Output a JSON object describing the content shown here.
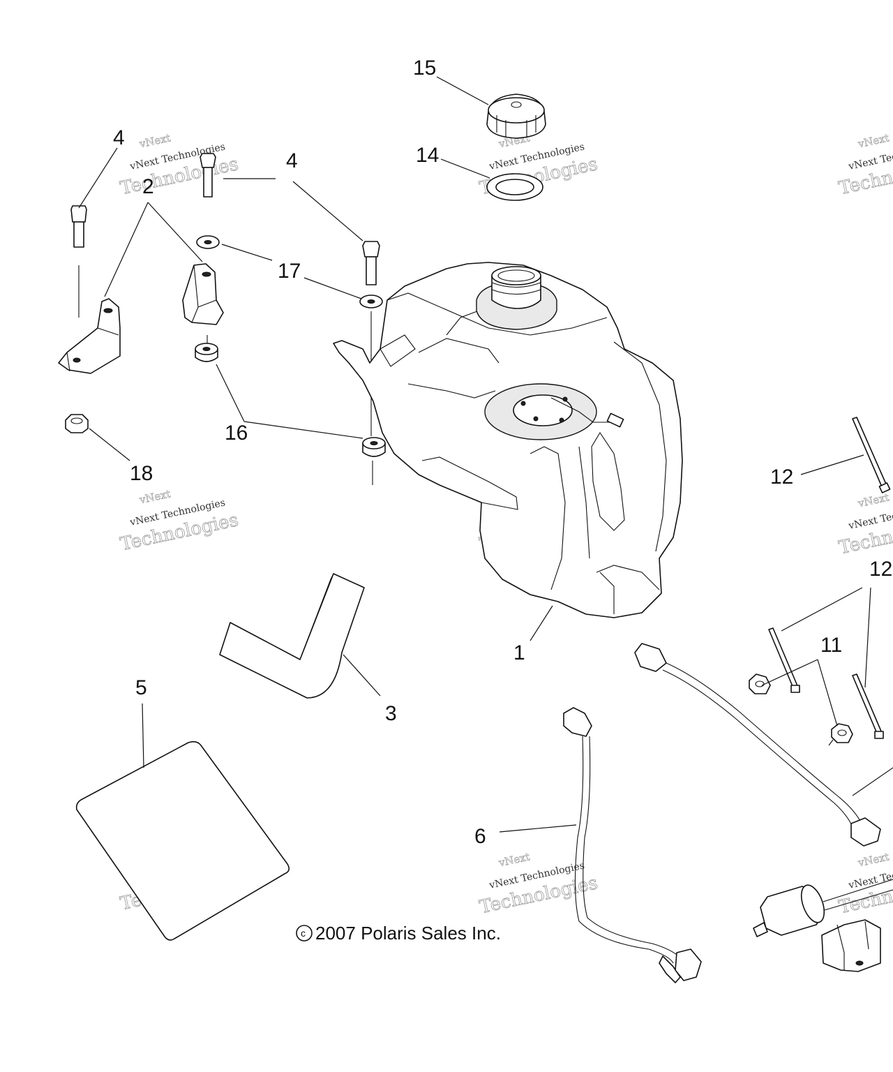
{
  "diagram": {
    "callouts": [
      {
        "id": "c15",
        "label": "15"
      },
      {
        "id": "c14",
        "label": "14"
      },
      {
        "id": "c4a",
        "label": "4"
      },
      {
        "id": "c4b",
        "label": "4"
      },
      {
        "id": "c2",
        "label": "2"
      },
      {
        "id": "c17",
        "label": "17"
      },
      {
        "id": "c16",
        "label": "16"
      },
      {
        "id": "c18",
        "label": "18"
      },
      {
        "id": "c1",
        "label": "1"
      },
      {
        "id": "c3",
        "label": "3"
      },
      {
        "id": "c5",
        "label": "5"
      },
      {
        "id": "c6",
        "label": "6"
      },
      {
        "id": "c11",
        "label": "11"
      },
      {
        "id": "c12a",
        "label": "12"
      },
      {
        "id": "c12b",
        "label": "12"
      }
    ],
    "copyright": "2007 Polaris Sales Inc.",
    "copyright_symbol": "c",
    "watermark": {
      "line1": "vNext Technologies",
      "line2": "vNext",
      "line3": "Technologies"
    }
  }
}
